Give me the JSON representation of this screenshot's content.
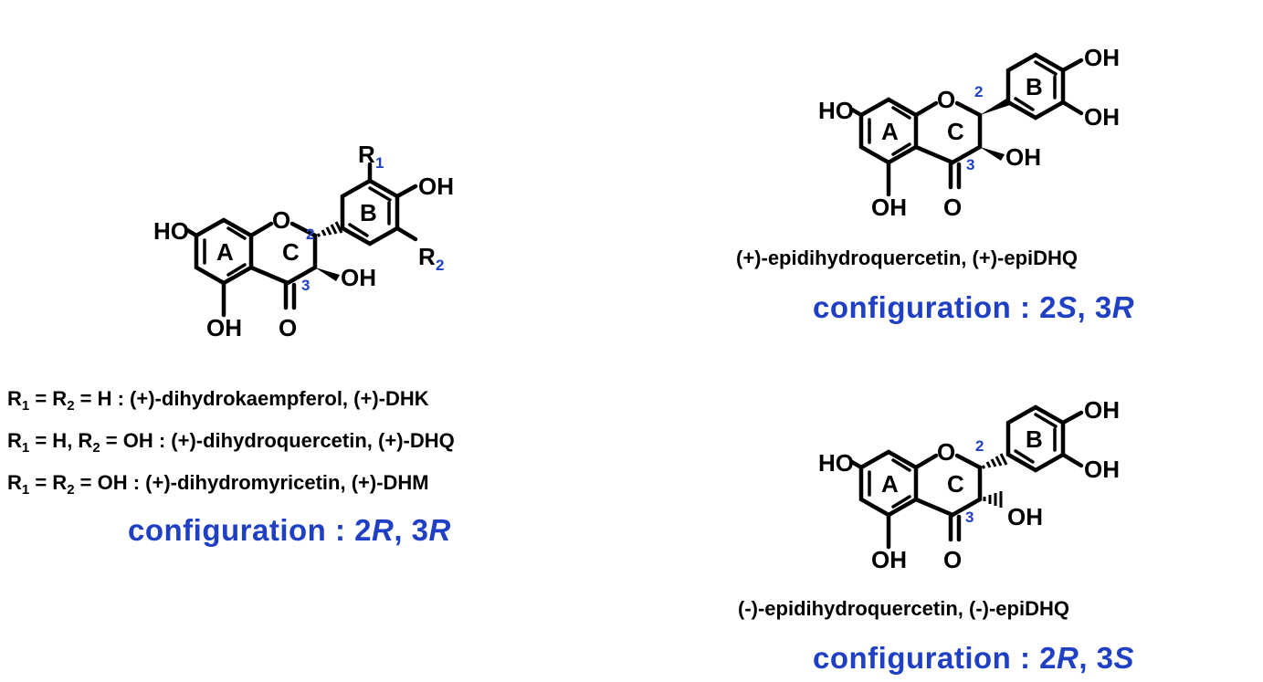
{
  "atom_labels": {
    "ho": "HO",
    "o": "O",
    "oh": "OH",
    "r1": "R",
    "r2": "R",
    "r1_sub": "1",
    "r2_sub": "2"
  },
  "ring_labels": {
    "a": "A",
    "b": "B",
    "c": "C"
  },
  "position_numbers": {
    "c2": "2",
    "c3": "3"
  },
  "left_structure": {
    "definitions": [
      {
        "parts": [
          "R",
          "1",
          " = R",
          "2",
          " = H : (+)-dihydrokaempferol, (+)-DHK"
        ]
      },
      {
        "parts": [
          "R",
          "1",
          " = H, R",
          "2",
          " = OH : (+)-dihydroquercetin, (+)-DHQ"
        ]
      },
      {
        "parts": [
          "R",
          "1",
          " = R",
          "2",
          " = OH : (+)-dihydromyricetin, (+)-DHM"
        ]
      }
    ],
    "configuration": {
      "prefix": "configuration : 2",
      "c2": "R",
      "mid": ", 3",
      "c3": "R"
    }
  },
  "top_right_structure": {
    "name": "(+)-epidihydroquercetin, (+)-epiDHQ",
    "configuration": {
      "prefix": "configuration : 2",
      "c2": "S",
      "mid": ", 3",
      "c3": "R"
    }
  },
  "bottom_right_structure": {
    "name": "(-)-epidihydroquercetin, (-)-epiDHQ",
    "configuration": {
      "prefix": "configuration : 2",
      "c2": "R",
      "mid": ", 3",
      "c3": "S"
    }
  },
  "colors": {
    "text": "#000000",
    "accent": "#1f3fc4",
    "background": "#ffffff"
  }
}
